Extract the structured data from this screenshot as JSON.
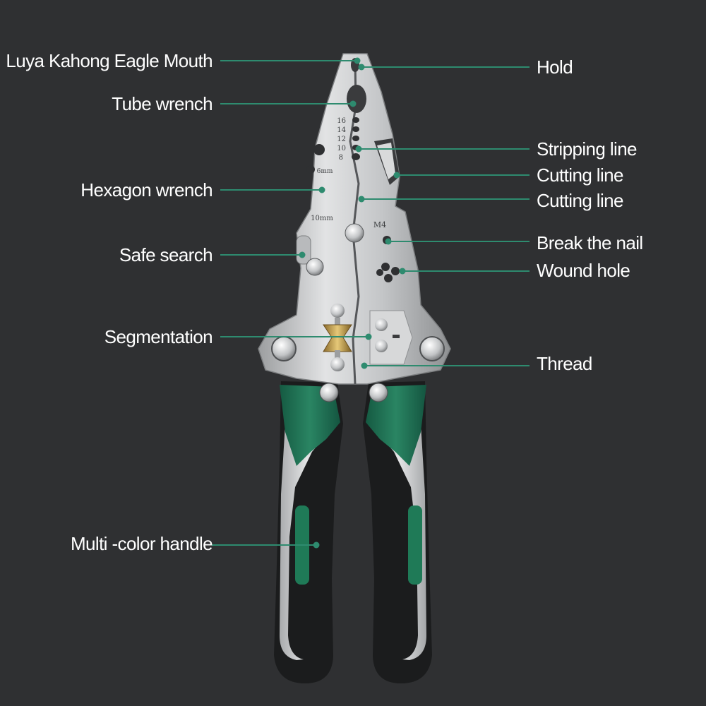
{
  "diagram": {
    "labels_left": [
      {
        "id": "eagle-mouth",
        "text": "Luya Kahong Eagle Mouth"
      },
      {
        "id": "tube-wrench",
        "text": "Tube wrench"
      },
      {
        "id": "hexagon-wrench",
        "text": "Hexagon wrench"
      },
      {
        "id": "safe-search",
        "text": "Safe search"
      },
      {
        "id": "segmentation",
        "text": "Segmentation"
      },
      {
        "id": "multi-color-handle",
        "text": "Multi -color handle"
      }
    ],
    "labels_right": [
      {
        "id": "hold",
        "text": "Hold"
      },
      {
        "id": "stripping-line",
        "text": "Stripping line"
      },
      {
        "id": "cutting-line-1",
        "text": "Cutting line"
      },
      {
        "id": "cutting-line-2",
        "text": "Cutting line"
      },
      {
        "id": "break-the-nail",
        "text": "Break the nail"
      },
      {
        "id": "wound-hole",
        "text": "Wound hole"
      },
      {
        "id": "thread",
        "text": "Thread"
      }
    ],
    "engravings": {
      "gauge": [
        "16",
        "14",
        "12",
        "10",
        "8"
      ],
      "hex_size": "6mm",
      "tube_size": "10mm",
      "thread_size": "M4"
    },
    "colors": {
      "background": "#2f3032",
      "leader_line": "#2e8b6f",
      "label_text": "#ffffff",
      "steel": "#c9cacb",
      "handle_green": "#1f6b50",
      "handle_black": "#1b1c1d",
      "handle_gray": "#c4c6c8",
      "brass": "#c9a24a"
    }
  }
}
